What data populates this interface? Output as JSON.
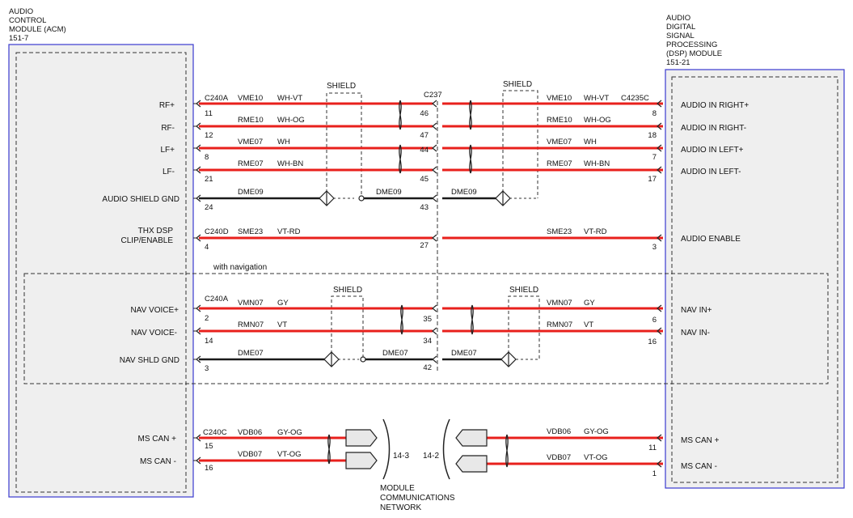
{
  "modules": {
    "acm": {
      "title": [
        "AUDIO",
        "CONTROL",
        "MODULE (ACM)",
        "151-7"
      ]
    },
    "dsp": {
      "title": [
        "AUDIO",
        "DIGITAL",
        "SIGNAL",
        "PROCESSING",
        "(DSP) MODULE",
        "151-21"
      ]
    }
  },
  "connectors": {
    "c240a_top": "C240A",
    "c240d": "C240D",
    "c240a_nav": "C240A",
    "c240c": "C240C",
    "c237": "C237",
    "c4235c": "C4235C"
  },
  "left_pins": [
    {
      "label": "RF+",
      "pin": "11"
    },
    {
      "label": "RF-",
      "pin": "12"
    },
    {
      "label": "LF+",
      "pin": "8"
    },
    {
      "label": "LF-",
      "pin": "21"
    },
    {
      "label": "AUDIO SHIELD GND",
      "pin": "24"
    },
    {
      "label": [
        "THX DSP",
        "CLIP/ENABLE"
      ],
      "pin": "4"
    },
    {
      "label": "NAV VOICE+",
      "pin": "2"
    },
    {
      "label": "NAV VOICE-",
      "pin": "14"
    },
    {
      "label": "NAV SHLD GND",
      "pin": "3"
    },
    {
      "label": "MS CAN +",
      "pin": "15"
    },
    {
      "label": "MS CAN -",
      "pin": "16"
    }
  ],
  "right_pins": [
    {
      "label": "AUDIO IN RIGHT+",
      "pin": "8"
    },
    {
      "label": "AUDIO IN RIGHT-",
      "pin": "18"
    },
    {
      "label": "AUDIO IN LEFT+",
      "pin": "7"
    },
    {
      "label": "AUDIO IN LEFT-",
      "pin": "17"
    },
    {
      "label": "AUDIO ENABLE",
      "pin": "3"
    },
    {
      "label": "NAV IN+",
      "pin": "6"
    },
    {
      "label": "NAV IN-",
      "pin": "16"
    },
    {
      "label": "MS CAN +",
      "pin": "11"
    },
    {
      "label": "MS CAN -",
      "pin": "1"
    }
  ],
  "inline_pins": [
    "46",
    "47",
    "44",
    "45",
    "43",
    "27",
    "35",
    "34",
    "42"
  ],
  "wires": {
    "left": [
      {
        "circuit": "VME10",
        "color": "WH-VT"
      },
      {
        "circuit": "RME10",
        "color": "WH-OG"
      },
      {
        "circuit": "VME07",
        "color": "WH"
      },
      {
        "circuit": "RME07",
        "color": "WH-BN"
      },
      {
        "circuit": "DME09",
        "color": ""
      },
      {
        "circuit": "SME23",
        "color": "VT-RD"
      },
      {
        "circuit": "VMN07",
        "color": "GY"
      },
      {
        "circuit": "RMN07",
        "color": "VT"
      },
      {
        "circuit": "DME07",
        "color": ""
      },
      {
        "circuit": "VDB06",
        "color": "GY-OG"
      },
      {
        "circuit": "VDB07",
        "color": "VT-OG"
      }
    ],
    "right": [
      {
        "circuit": "VME10",
        "color": "WH-VT"
      },
      {
        "circuit": "RME10",
        "color": "WH-OG"
      },
      {
        "circuit": "VME07",
        "color": "WH"
      },
      {
        "circuit": "RME07",
        "color": "WH-BN"
      },
      {
        "circuit": "SME23",
        "color": "VT-RD"
      },
      {
        "circuit": "VMN07",
        "color": "GY"
      },
      {
        "circuit": "RMN07",
        "color": "VT"
      },
      {
        "circuit": "VDB06",
        "color": "GY-OG"
      },
      {
        "circuit": "VDB07",
        "color": "VT-OG"
      }
    ],
    "mid_dme09": [
      "DME09",
      "DME09"
    ],
    "mid_dme07": [
      "DME07",
      "DME07"
    ]
  },
  "labels": {
    "shield": "SHIELD",
    "with_navigation": "with navigation",
    "ref_left": "14-3",
    "ref_right": "14-2",
    "network": [
      "MODULE",
      "COMMUNICATIONS",
      "NETWORK"
    ]
  },
  "colors": {
    "wire_red": "#e8201c",
    "wire_black": "#1a1a1a",
    "module_fill": "#efefef",
    "module_border": "#3a3acf",
    "dash": "#333333"
  }
}
